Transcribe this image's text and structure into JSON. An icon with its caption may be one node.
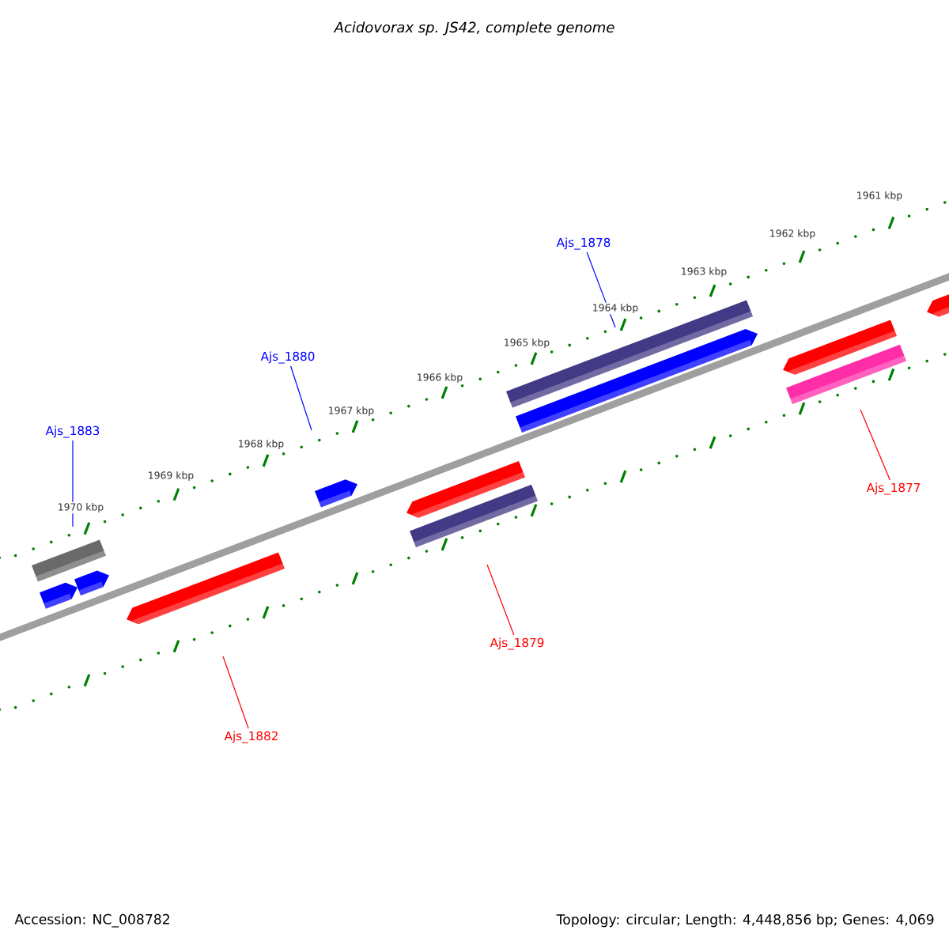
{
  "diagram": {
    "title": "Acidovorax sp. JS42, complete genome",
    "nodes": [
      {
        "text": [
          "Ajs_1883"
        ]
      },
      {
        "text": [
          "Ajs_1880"
        ]
      },
      {
        "text": [
          "Ajs_1878"
        ]
      },
      {
        "text": [
          "Ajs_1882"
        ]
      },
      {
        "text": [
          "Ajs_1879"
        ]
      },
      {
        "text": [
          "Ajs_1877"
        ]
      }
    ],
    "edges": [
      {
        "from": 0,
        "to": null,
        "arrow": "none",
        "color": "#0000ff"
      },
      {
        "from": 1,
        "to": null,
        "arrow": "none",
        "color": "#0000ff"
      },
      {
        "from": 2,
        "to": null,
        "arrow": "none",
        "color": "#0000ff"
      },
      {
        "from": 3,
        "to": null,
        "arrow": "none",
        "color": "#ff0000"
      },
      {
        "from": 4,
        "to": null,
        "arrow": "none",
        "color": "#ff0000"
      },
      {
        "from": 5,
        "to": null,
        "arrow": "none",
        "color": "#ff0000"
      }
    ],
    "labels": [
      "1961 kbp",
      "1962 kbp",
      "1963 kbp",
      "1964 kbp",
      "1965 kbp",
      "1966 kbp",
      "1967 kbp",
      "1968 kbp",
      "1969 kbp",
      "1970 kbp",
      "Accession: NC_008782",
      "Topology: circular; Length: 4,448,856 bp; Genes: 4,069"
    ]
  }
}
